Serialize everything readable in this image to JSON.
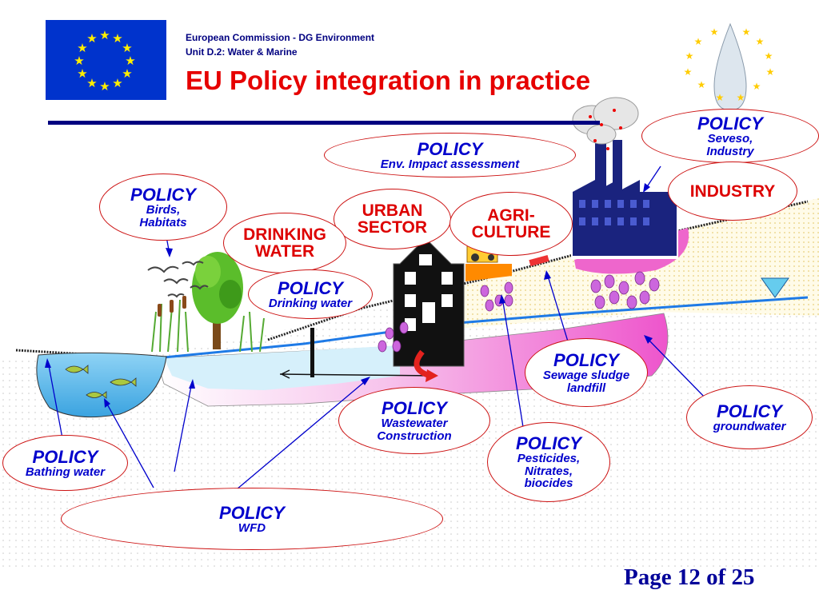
{
  "header": {
    "org_line1": "European Commission  - DG Environment",
    "org_line2": "Unit D.2: Water & Marine",
    "title": "EU Policy integration in practice"
  },
  "footer": {
    "page": "Page 12 of 25"
  },
  "policies": {
    "heading": "POLICY",
    "seveso": [
      "Seveso,",
      "Industry"
    ],
    "eia": "Env. Impact assessment",
    "birds": [
      "Birds,",
      "Habitats"
    ],
    "drinking_water": "Drinking water",
    "sewage_sludge": [
      "Sewage sludge",
      "landfill"
    ],
    "wastewater": [
      "Wastewater",
      "Construction"
    ],
    "groundwater": "groundwater",
    "pesticides": [
      "Pesticides,",
      "Nitrates,",
      "biocides"
    ],
    "bathing_water": "Bathing water",
    "wfd": "WFD"
  },
  "sectors": {
    "industry": "INDUSTRY",
    "urban": [
      "URBAN",
      "SECTOR"
    ],
    "agri": [
      "AGRI-",
      "CULTURE"
    ],
    "drinking": [
      "DRINKING",
      "WATER"
    ]
  },
  "colors": {
    "heading_blue": "#0000cc",
    "sector_red": "#dd0000",
    "title_red": "#e60000",
    "header_navy": "#000080",
    "eu_flag_blue": "#0033cc",
    "eu_star_yellow": "#ffee00",
    "water_light": "#d6f0fb",
    "lake_blue": "#55bbee",
    "plume_pink": "#ee66cc",
    "oval_border": "#cc1111"
  },
  "icons": [
    "eu-flag-icon",
    "water-drop-logo-icon",
    "factory-icon",
    "house-icon",
    "tree-icon",
    "birds-icon",
    "fish-icon",
    "tractor-icon",
    "water-level-marker-icon",
    "reeds-icon"
  ]
}
